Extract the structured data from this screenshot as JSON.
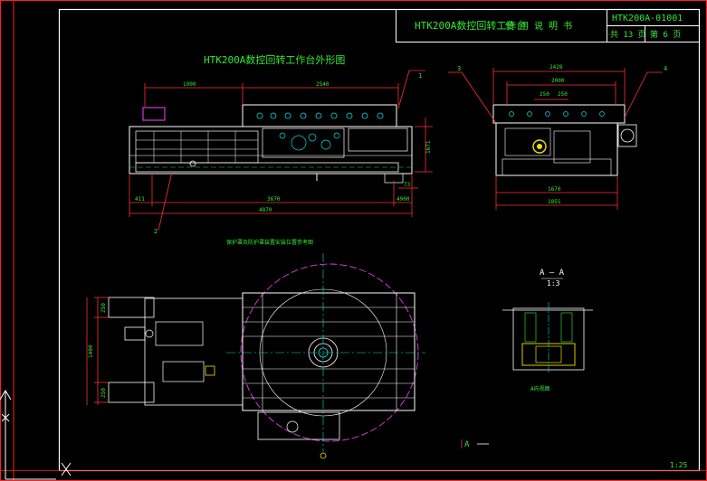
{
  "colors": {
    "background": "#000000",
    "border": "#ffffff",
    "frame_red": "#ff2020",
    "dimension": "#ff3030",
    "text": "#33e833",
    "outline": "#ffffff",
    "centerline": "#00e0e0",
    "circle": "#e040e0",
    "hatch": "#30d030",
    "highlight": "#f0e000"
  },
  "title_block": {
    "title": "HTK200A数控回转工作台",
    "doc_type": "使 用 说 明 书",
    "drawing_no": "HTK200A-01001",
    "sheet_total": "共 13 页",
    "sheet_no": "第 6 页"
  },
  "views": {
    "main_title": "HTK200A数控回转工作台外形图",
    "section_label": "A — A",
    "section_scale": "1:3",
    "plan_note": "保护罩及防护罩装置安装位置参考图",
    "section_caption": "A向视图",
    "scale": "1:25",
    "cut_mark": "A"
  },
  "dimensions": {
    "front": [
      "4900",
      "3670",
      "411",
      "2540",
      "1671",
      "73",
      "1900",
      "4870"
    ],
    "side": [
      "2428",
      "2000",
      "250",
      "250",
      "1670",
      "1855"
    ],
    "plan": [
      "250",
      "1400",
      "250"
    ]
  },
  "callouts": [
    "1",
    "2",
    "3",
    "4"
  ],
  "icons": {
    "ucs": "ucs-icon"
  }
}
